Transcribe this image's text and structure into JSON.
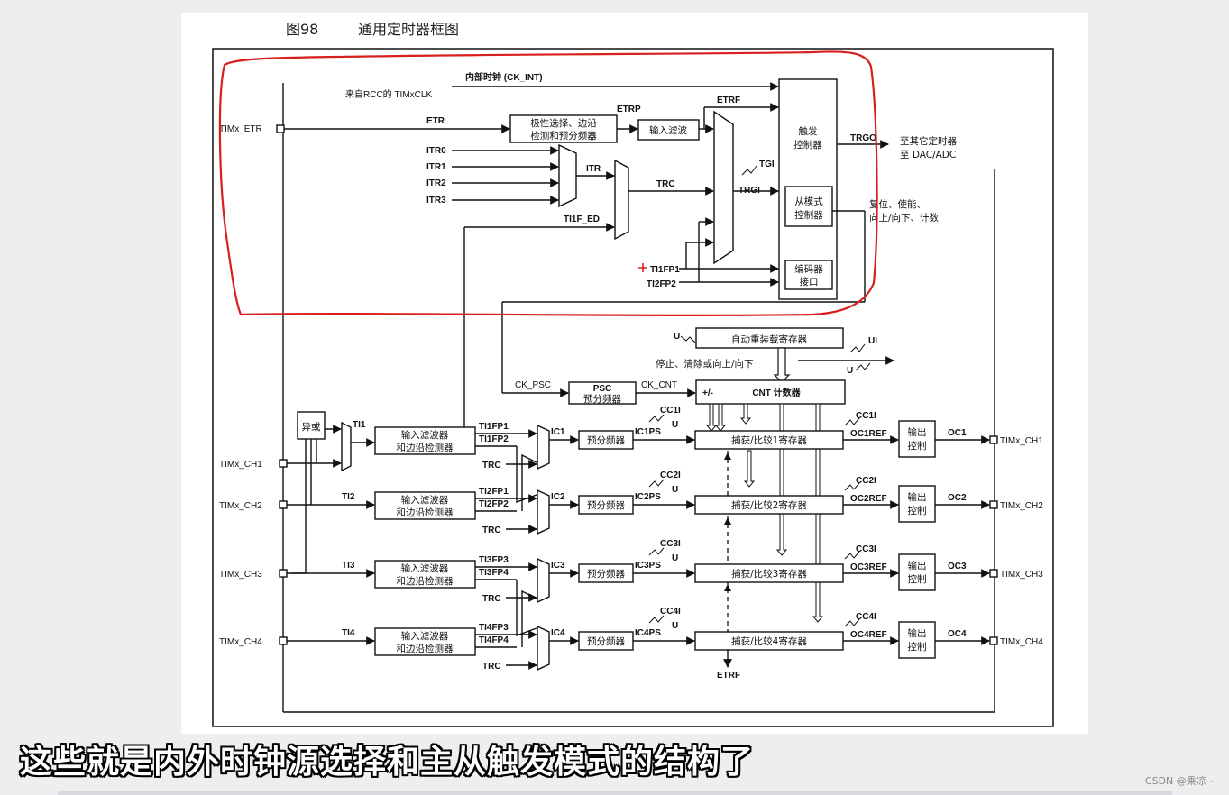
{
  "figure": {
    "number": "图98",
    "caption": "通用定时器框图"
  },
  "subtitle": "这些就是内外时钟源选择和主从触发模式的结构了",
  "watermark": "CSDN @乘凉~",
  "colors": {
    "highlight": "#d91e1e",
    "ink": "#111111",
    "page": "#ffffff",
    "backdrop": "#eceef0"
  },
  "pins": {
    "etr": "TIMx_ETR",
    "ch1": "TIMx_CH1",
    "ch2": "TIMx_CH2",
    "ch3": "TIMx_CH3",
    "ch4": "TIMx_CH4"
  },
  "clock": {
    "ck_int": "内部时钟 (CK_INT)",
    "rcc": "来自RCC的 TIMxCLK",
    "etr": "ETR",
    "etrp": "ETRP",
    "etrf": "ETRF",
    "itr0": "ITR0",
    "itr1": "ITR1",
    "itr2": "ITR2",
    "itr3": "ITR3",
    "itr": "ITR",
    "trc": "TRC",
    "ti1f_ed": "TI1F_ED",
    "ti1fp1": "TI1FP1",
    "ti2fp2": "TI2FP2",
    "tgi": "TGI",
    "trgi": "TRGI",
    "trgo": "TRGO"
  },
  "blocks": {
    "polarity_l1": "极性选择、边沿",
    "polarity_l2": "检测和预分频器",
    "input_filter": "输入滤波",
    "trigger_l1": "触发",
    "trigger_l2": "控制器",
    "slave_l1": "从模式",
    "slave_l2": "控制器",
    "encoder_l1": "编码器",
    "encoder_l2": "接口",
    "arr": "自动重装载寄存器",
    "psc_l1": "PSC",
    "psc_l2": "预分频器",
    "cnt_sign": "+/-",
    "cnt": "CNT 计数器",
    "xor": "异或",
    "filter_l1": "输入滤波器",
    "filter_l2": "和边沿检测器",
    "prescaler": "预分频器",
    "output_l1": "输出",
    "output_l2": "控制",
    "ccr1": "捕获/比较1寄存器",
    "ccr2": "捕获/比较2寄存器",
    "ccr3": "捕获/比较3寄存器",
    "ccr4": "捕获/比较4寄存器"
  },
  "outputs": {
    "trgo_1": "至其它定时器",
    "trgo_2": "至 DAC/ADC",
    "slave_1": "复位、使能、",
    "slave_2": "向上/向下、计数",
    "stop": "停止、清除或向上/向下",
    "u": "U",
    "ui": "UI",
    "ck_psc": "CK_PSC",
    "ck_cnt": "CK_CNT"
  },
  "channels": [
    {
      "ti": "TI1",
      "fpa": "TI1FP1",
      "fpb": "TI1FP2",
      "ic": "IC1",
      "icps": "IC1PS",
      "cci": "CC1I",
      "ocref": "OC1REF",
      "oc": "OC1"
    },
    {
      "ti": "TI2",
      "fpa": "TI2FP1",
      "fpb": "TI2FP2",
      "ic": "IC2",
      "icps": "IC2PS",
      "cci": "CC2I",
      "ocref": "OC2REF",
      "oc": "OC2"
    },
    {
      "ti": "TI3",
      "fpa": "TI3FP3",
      "fpb": "TI3FP4",
      "ic": "IC3",
      "icps": "IC3PS",
      "cci": "CC3I",
      "ocref": "OC3REF",
      "oc": "OC3"
    },
    {
      "ti": "TI4",
      "fpa": "TI4FP3",
      "fpb": "TI4FP4",
      "ic": "IC4",
      "icps": "IC4PS",
      "cci": "CC4I",
      "ocref": "OC4REF",
      "oc": "OC4"
    }
  ],
  "trc": "TRC",
  "etrf_bottom": "ETRF"
}
